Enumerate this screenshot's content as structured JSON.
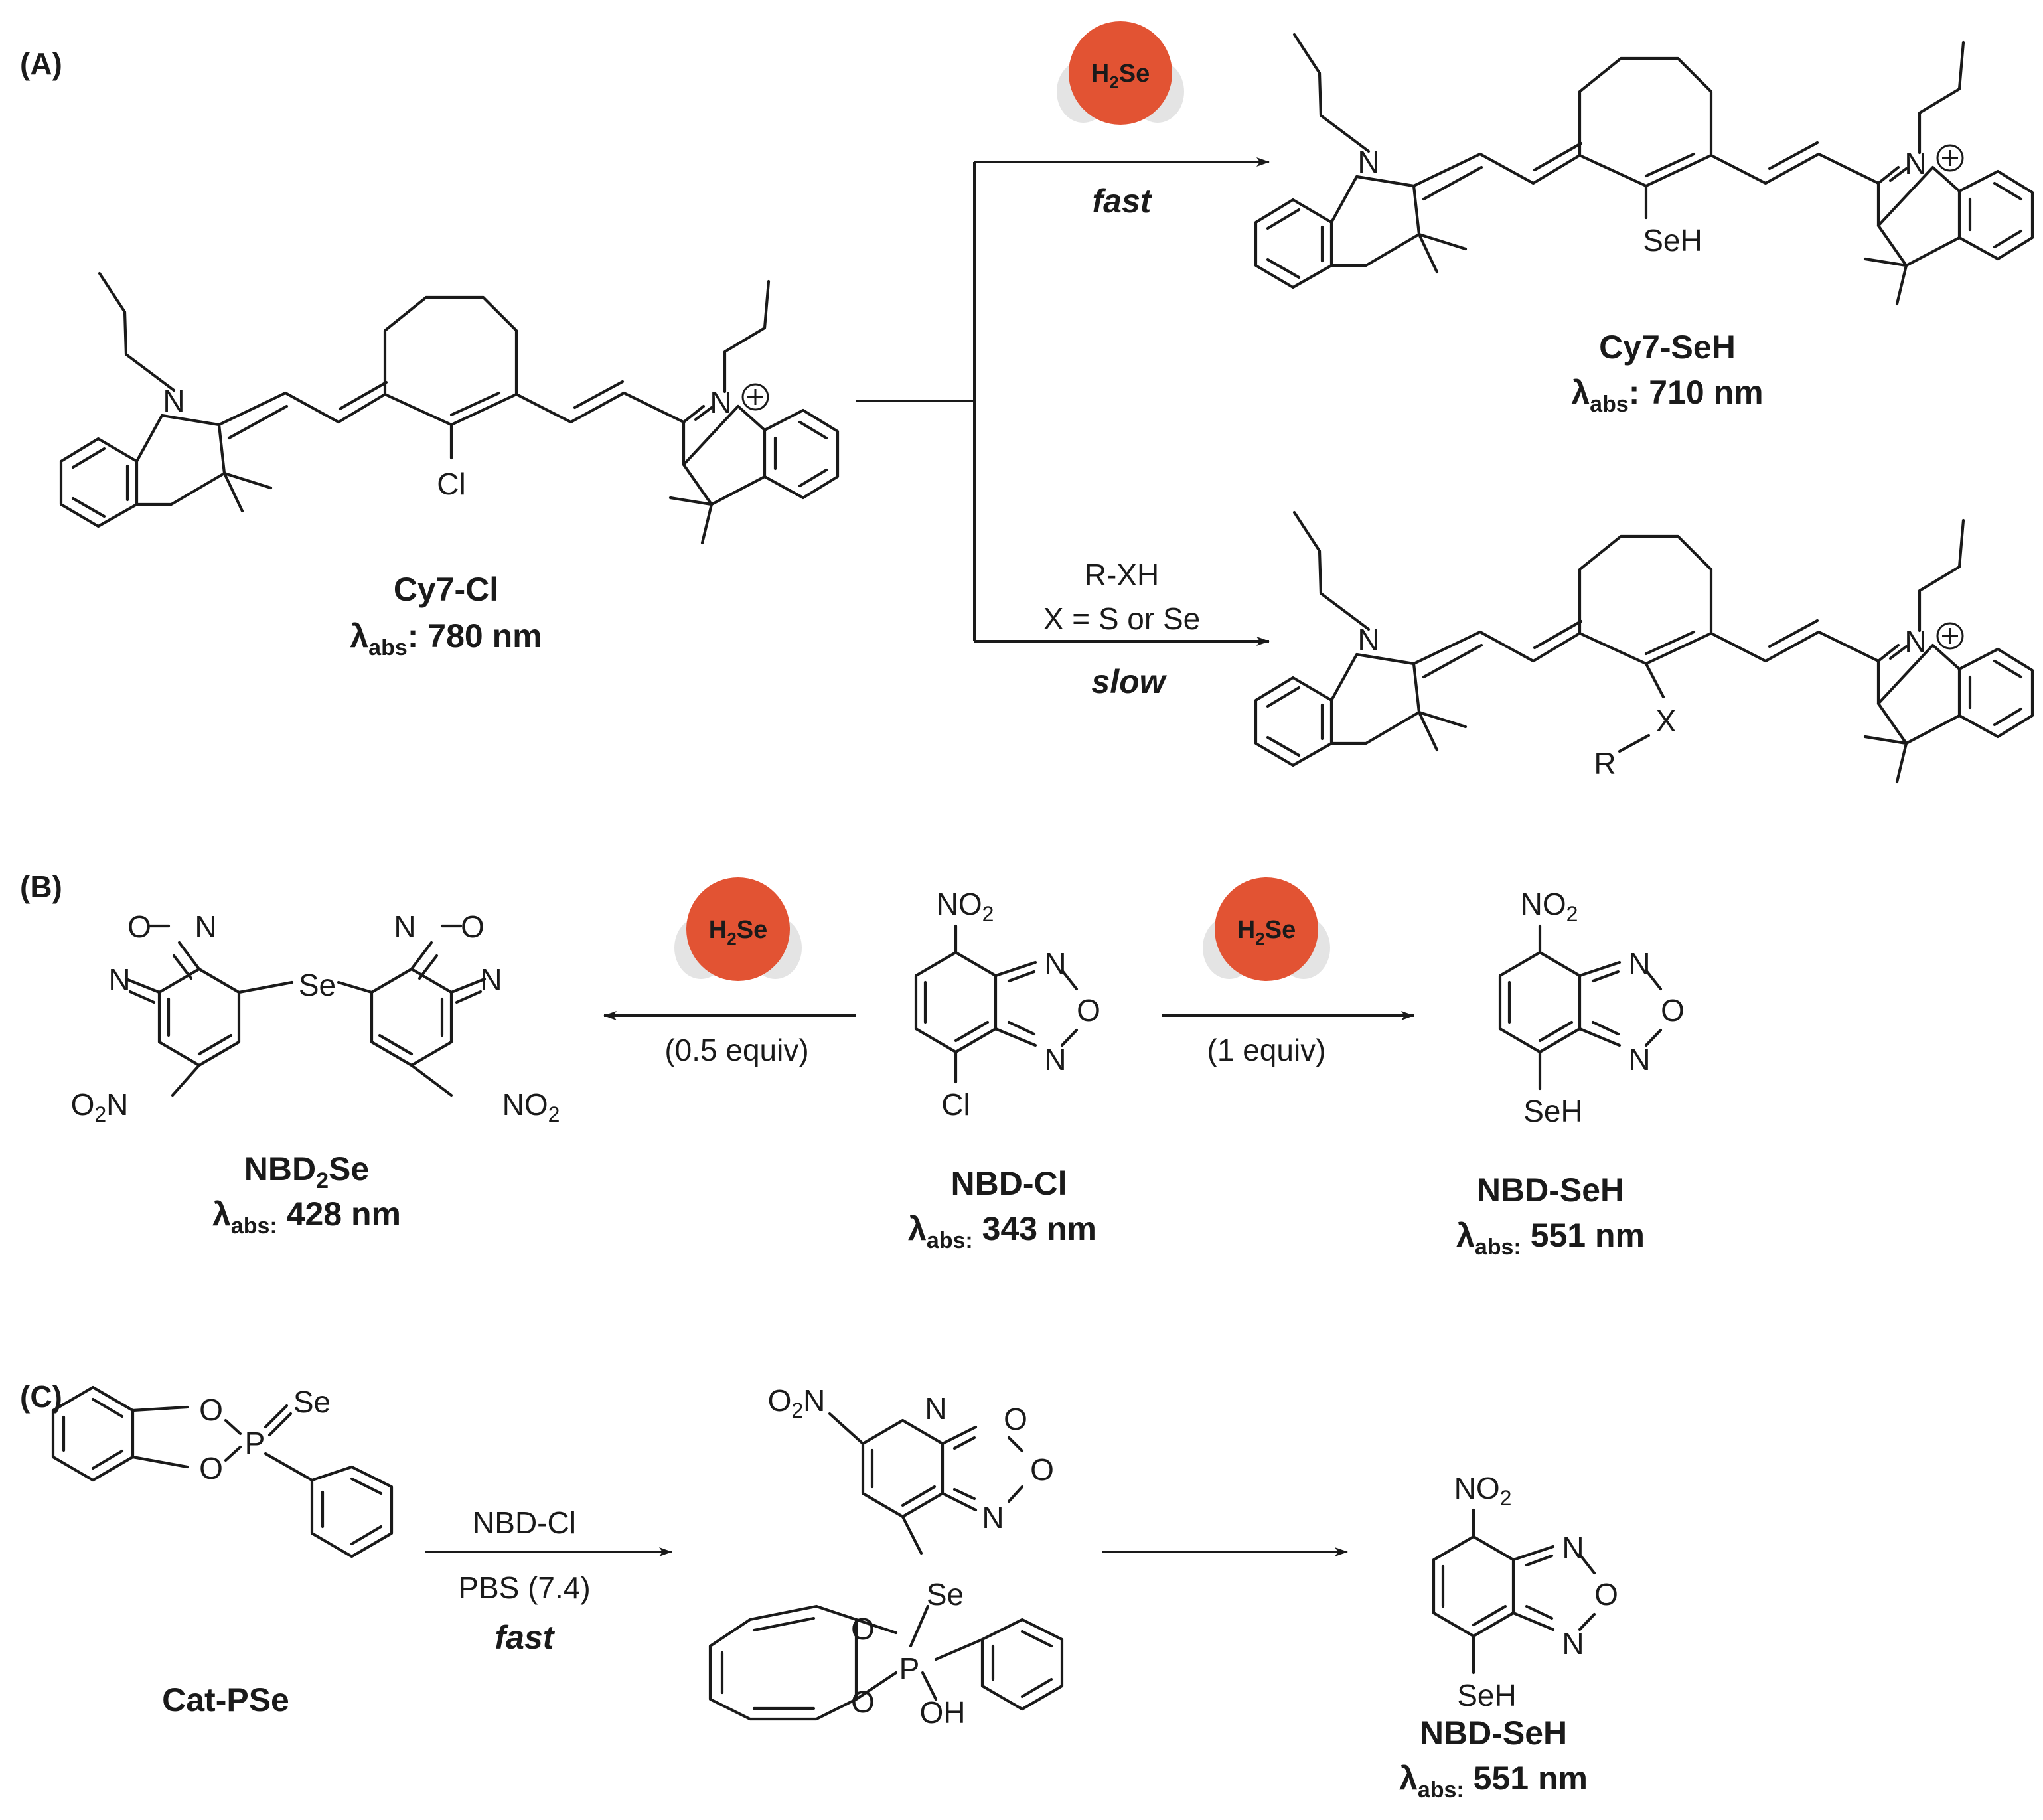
{
  "panels": {
    "a": "(A)",
    "b": "(B)",
    "c": "(C)"
  },
  "reagent": {
    "h2se_main": "H",
    "h2se_sub": "2",
    "h2se_tail": "Se",
    "body_color": "#e25333",
    "cheek_color": "#e4e4e4"
  },
  "atoms": {
    "N": "N",
    "O": "O",
    "Cl": "Cl",
    "SeH": "SeH",
    "Se": "Se",
    "P": "P",
    "OH": "OH",
    "X": "X",
    "R": "R",
    "NO2_main": "NO",
    "NO2_sub": "2",
    "O2N_pre": "O",
    "O2N_sub": "2",
    "O2N_post": "N",
    "plus": "+"
  },
  "panel_a": {
    "start_name": "Cy7-Cl",
    "start_lambda_sym": "λ",
    "start_lambda_sub": "abs",
    "start_lambda_val": ": 780 nm",
    "top_condition": "fast",
    "bottom_condition_1": "R-XH",
    "bottom_condition_2": "X = S or Se",
    "bottom_condition_3": "slow",
    "top_product_name": "Cy7-SeH",
    "top_product_lambda_sym": "λ",
    "top_product_lambda_sub": "abs",
    "top_product_lambda_val": ": 710 nm"
  },
  "panel_b": {
    "left_condition": "(0.5 equiv)",
    "right_condition": "(1 equiv)",
    "left_name_main": "NBD",
    "left_name_sub": "2",
    "left_name_tail": "Se",
    "left_lambda_sym": "λ",
    "left_lambda_sub": "abs:",
    "left_lambda_val": " 428 nm",
    "center_name": "NBD-Cl",
    "center_lambda_sym": "λ",
    "center_lambda_sub": "abs:",
    "center_lambda_val": " 343 nm",
    "right_name": "NBD-SeH",
    "right_lambda_sym": "λ",
    "right_lambda_sub": "abs:",
    "right_lambda_val": " 551 nm"
  },
  "panel_c": {
    "start_name": "Cat-PSe",
    "condition_1": "NBD-Cl",
    "condition_2": "PBS (7.4)",
    "condition_3": "fast",
    "product_name": "NBD-SeH",
    "product_lambda_sym": "λ",
    "product_lambda_sub": "abs:",
    "product_lambda_val": " 551 nm"
  }
}
